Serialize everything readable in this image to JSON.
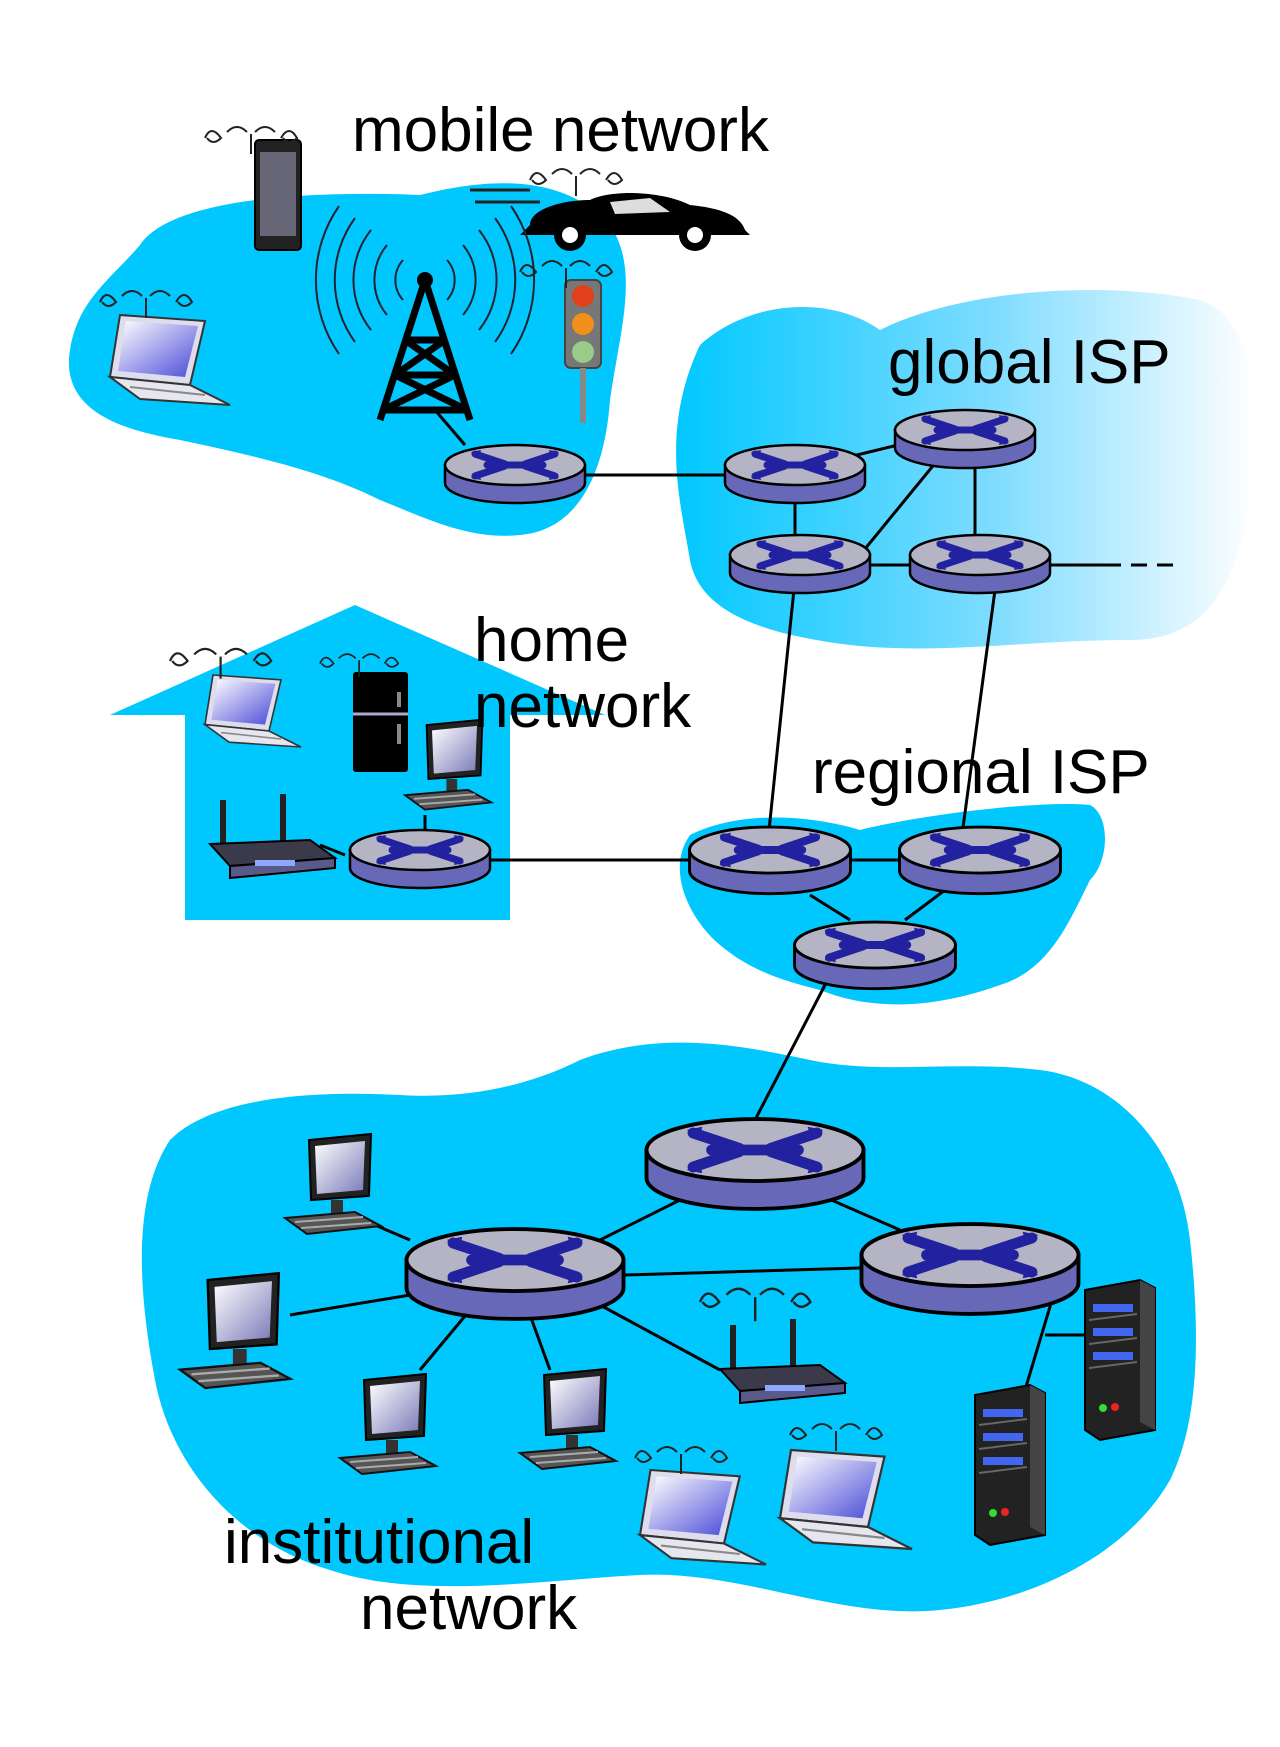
{
  "labels": {
    "mobile": "mobile network",
    "global": "global ISP",
    "home_line1": "home",
    "home_line2": "network",
    "regional": "regional ISP",
    "inst_line1": "institutional",
    "inst_line2": "network"
  },
  "colors": {
    "cloud": "#00c8ff",
    "router_top": "#b4b4c4",
    "router_side": "#6868b8",
    "router_x": "#2222a0",
    "link": "#000000"
  },
  "icons": [
    "router-icon",
    "cell-tower-icon",
    "smartphone-icon",
    "car-icon",
    "traffic-light-icon",
    "laptop-icon",
    "refrigerator-icon",
    "desktop-computer-icon",
    "wireless-router-icon",
    "server-icon"
  ]
}
